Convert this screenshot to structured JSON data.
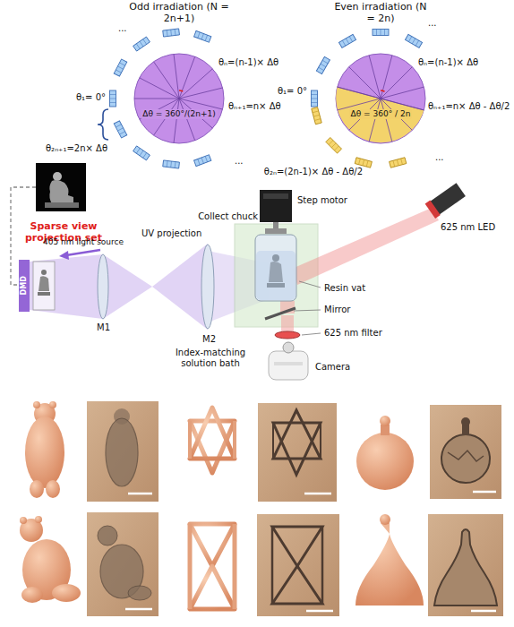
{
  "diagram": {
    "nodes": [
      {
        "text": [
          "Odd irradiation (N = 2n+1)",
          "Δθ = 360°/(2n+1)"
        ]
      },
      {
        "text": [
          "Even irradiation (N = 2n)",
          "Δθ = 360° / 2n"
        ]
      }
    ],
    "labels": [
      "θ₁= 0°",
      "θₙ=(n-1)× Δθ",
      "θₙ₊₁=n× Δθ",
      "θ₂ₙ₊₁=2n× Δθ",
      "...",
      "...",
      "θ₁= 0°",
      "θₙ=(n-1)× Δθ",
      "θₙ₊₁=n× Δθ - Δθ/2",
      "θ₂ₙ=(2n-1)× Δθ - Δθ/2",
      "...",
      "...",
      "Sparse view projection set",
      "DMD",
      "405 nm light source",
      "M1",
      "UV projection",
      "M2",
      "Step motor",
      "Collect chuck",
      "625 nm LED",
      "Resin vat",
      "Mirror",
      "Index-matching solution bath",
      "625 nm filter",
      "Camera"
    ]
  }
}
